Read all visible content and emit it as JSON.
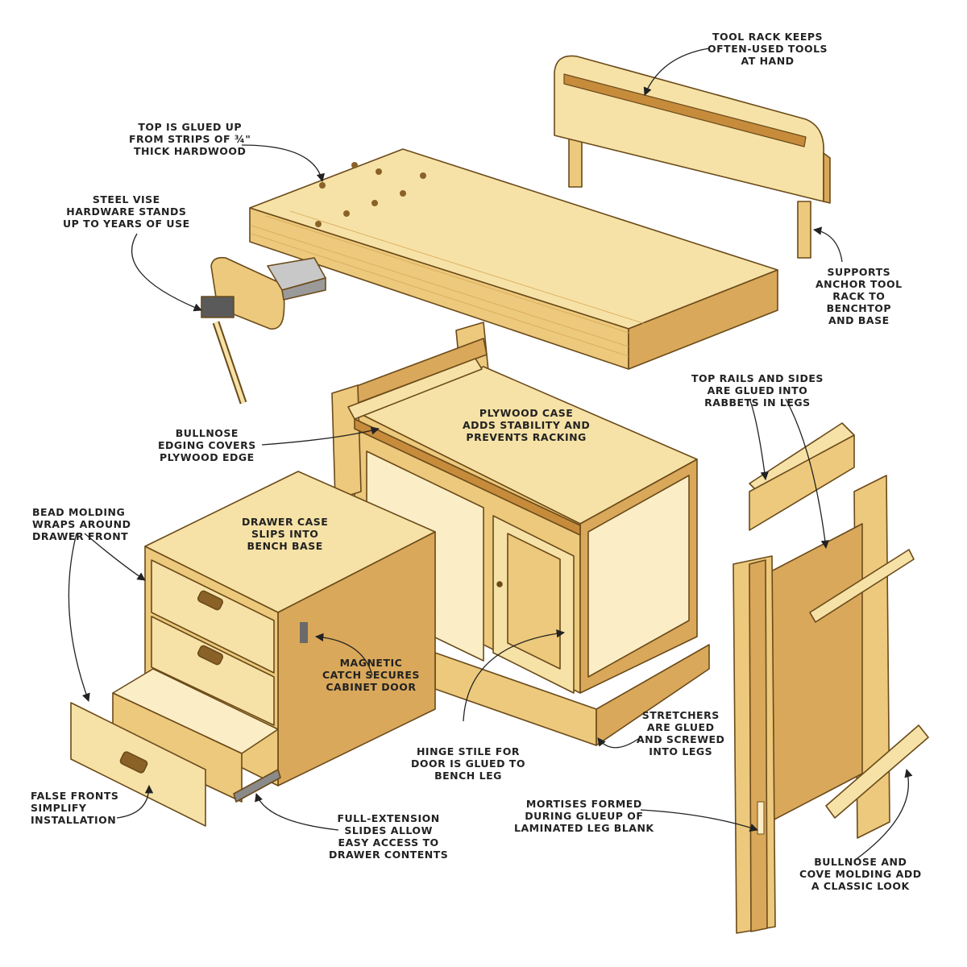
{
  "colors": {
    "wood_light": "#f6e2a6",
    "wood_mid": "#ecc97c",
    "wood_dark": "#d9a85a",
    "wood_edge": "#c68c3c",
    "outline": "#6b4a1a",
    "hardware": "#8a8a8a",
    "leader": "#222222"
  },
  "callouts": {
    "tool_rack": "TOOL RACK KEEPS\nOFTEN-USED TOOLS\nAT HAND",
    "top": "TOP IS GLUED UP\nFROM STRIPS OF ¾\"\nTHICK HARDWOOD",
    "vise": "STEEL VISE\nHARDWARE STANDS\nUP TO YEARS OF USE",
    "supports": "SUPPORTS\nANCHOR TOOL\nRACK TO\nBENCHTOP\nAND BASE",
    "top_rails": "TOP RAILS AND SIDES\nARE GLUED INTO\nRABBETS IN LEGS",
    "bullnose": "BULLNOSE\nEDGING COVERS\nPLYWOOD EDGE",
    "plywood_case": "PLYWOOD CASE\nADDS STABILITY AND\nPREVENTS RACKING",
    "bead_molding": "BEAD MOLDING\nWRAPS AROUND\nDRAWER FRONT",
    "drawer_case": "DRAWER CASE\nSLIPS INTO\nBENCH BASE",
    "magnetic": "MAGNETIC\nCATCH SECURES\nCABINET DOOR",
    "stretchers": "STRETCHERS\nARE GLUED\nAND SCREWED\nINTO LEGS",
    "hinge_stile": "HINGE STILE FOR\nDOOR IS GLUED TO\nBENCH LEG",
    "mortises": "MORTISES FORMED\nDURING GLUEUP OF\nLAMINATED LEG BLANK",
    "false_fronts": "FALSE FRONTS\nSIMPLIFY\nINSTALLATION",
    "slides": "FULL-EXTENSION\nSLIDES ALLOW\nEASY ACCESS TO\nDRAWER CONTENTS",
    "cove": "BULLNOSE AND\nCOVE MOLDING ADD\nA CLASSIC LOOK"
  }
}
